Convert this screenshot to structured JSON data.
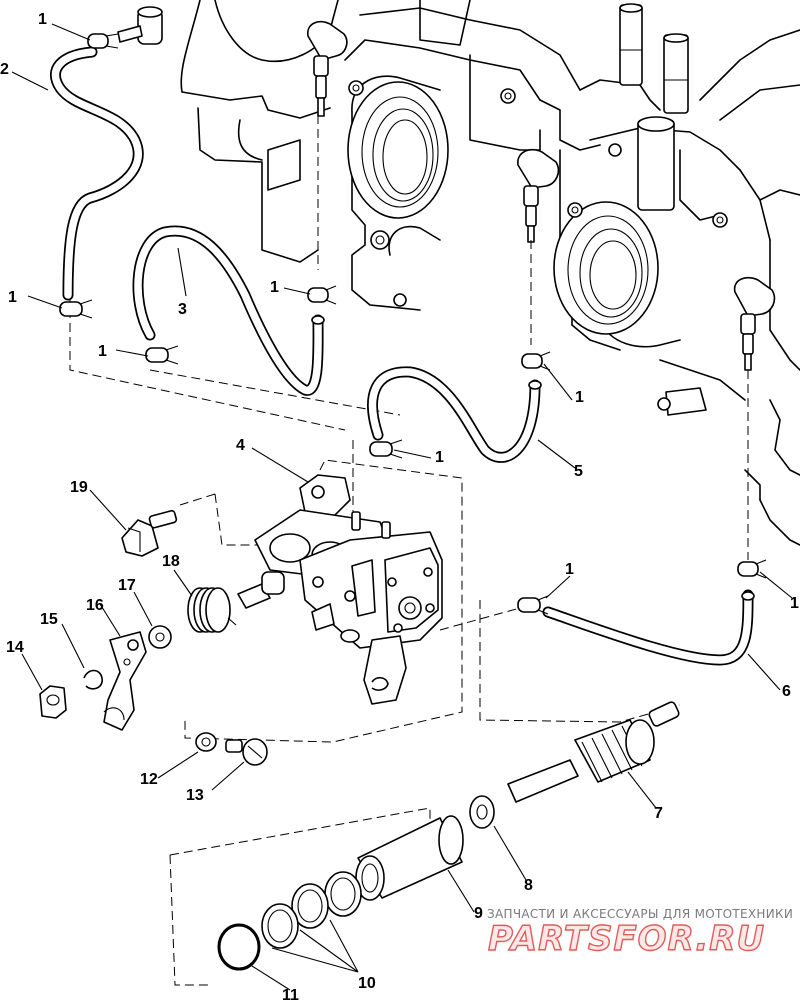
{
  "callouts": {
    "c1a": "1",
    "c2": "2",
    "c1b": "1",
    "c1c": "1",
    "c1d": "1",
    "c3": "3",
    "c1e": "1",
    "c1f": "1",
    "c4": "4",
    "c5": "5",
    "c19": "19",
    "c18": "18",
    "c17": "17",
    "c16": "16",
    "c15": "15",
    "c14": "14",
    "c1g": "1",
    "c1h": "1",
    "c6": "6",
    "c7": "7",
    "c8": "8",
    "c9": "9",
    "c10": "10",
    "c11": "11",
    "c12": "12",
    "c13": "13"
  },
  "watermark": {
    "subtitle": "ЗАПЧАСТИ И АКСЕССУАРЫ ДЛЯ МОТОТЕХНИКИ",
    "logo": "PARTSFOR.RU",
    "logo_color": "#e35a5a"
  }
}
